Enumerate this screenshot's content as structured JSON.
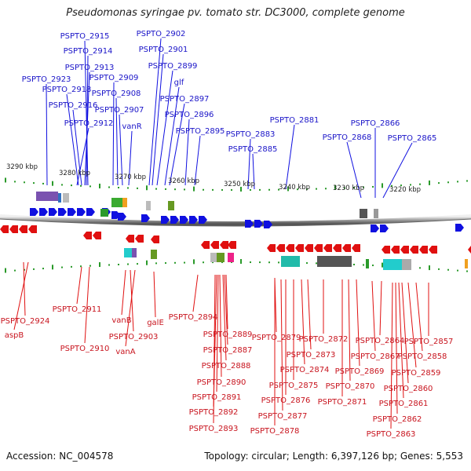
{
  "title": "Pseudomonas syringae pv. tomato str. DC3000, complete genome",
  "footer": {
    "accession": "Accession: NC_004578",
    "summary": "Topology: circular; Length: 6,397,126 bp; Genes: 5,553"
  },
  "scale_labels": [
    "3290 kbp",
    "3280 kbp",
    "3270 kbp",
    "3260 kbp",
    "3250 kbp",
    "3240 kbp",
    "3230 kbp",
    "3220 kbp"
  ],
  "top_labels": [
    "PSPTO_2915",
    "PSPTO_2914",
    "PSPTO_2913",
    "PSPTO_2923",
    "PSPTO_2918",
    "PSPTO_2916",
    "PSPTO_2912",
    "PSPTO_2909",
    "PSPTO_2908",
    "PSPTO_2907",
    "vanR",
    "PSPTO_2902",
    "PSPTO_2901",
    "PSPTO_2899",
    "glf",
    "PSPTO_2897",
    "PSPTO_2896",
    "PSPTO_2895",
    "PSPTO_2881",
    "PSPTO_2883",
    "PSPTO_2885",
    "PSPTO_2866",
    "PSPTO_2868",
    "PSPTO_2865"
  ],
  "bottom_labels": [
    "PSPTO_2924",
    "aspB",
    "PSPTO_2911",
    "PSPTO_2910",
    "vanB",
    "PSPTO_2903",
    "vanA",
    "galE",
    "PSPTO_2894",
    "PSPTO_2889",
    "PSPTO_2887",
    "PSPTO_2888",
    "PSPTO_2890",
    "PSPTO_2891",
    "PSPTO_2892",
    "PSPTO_2893",
    "PSPTO_2879",
    "PSPTO_2872",
    "PSPTO_2873",
    "PSPTO_2874",
    "PSPTO_2875",
    "PSPTO_2876",
    "PSPTO_2877",
    "PSPTO_2878",
    "PSPTO_2870",
    "PSPTO_2869",
    "PSPTO_2871",
    "PSPTO_2864",
    "PSPTO_2867",
    "PSPTO_2857",
    "PSPTO_2858",
    "PSPTO_2859",
    "PSPTO_2860",
    "PSPTO_2861",
    "PSPTO_2862",
    "PSPTO_2863"
  ],
  "colors": {
    "forward": "#1010e0",
    "reverse": "#e01010",
    "backbone": "#888888",
    "tick": "#2a9a2a"
  }
}
